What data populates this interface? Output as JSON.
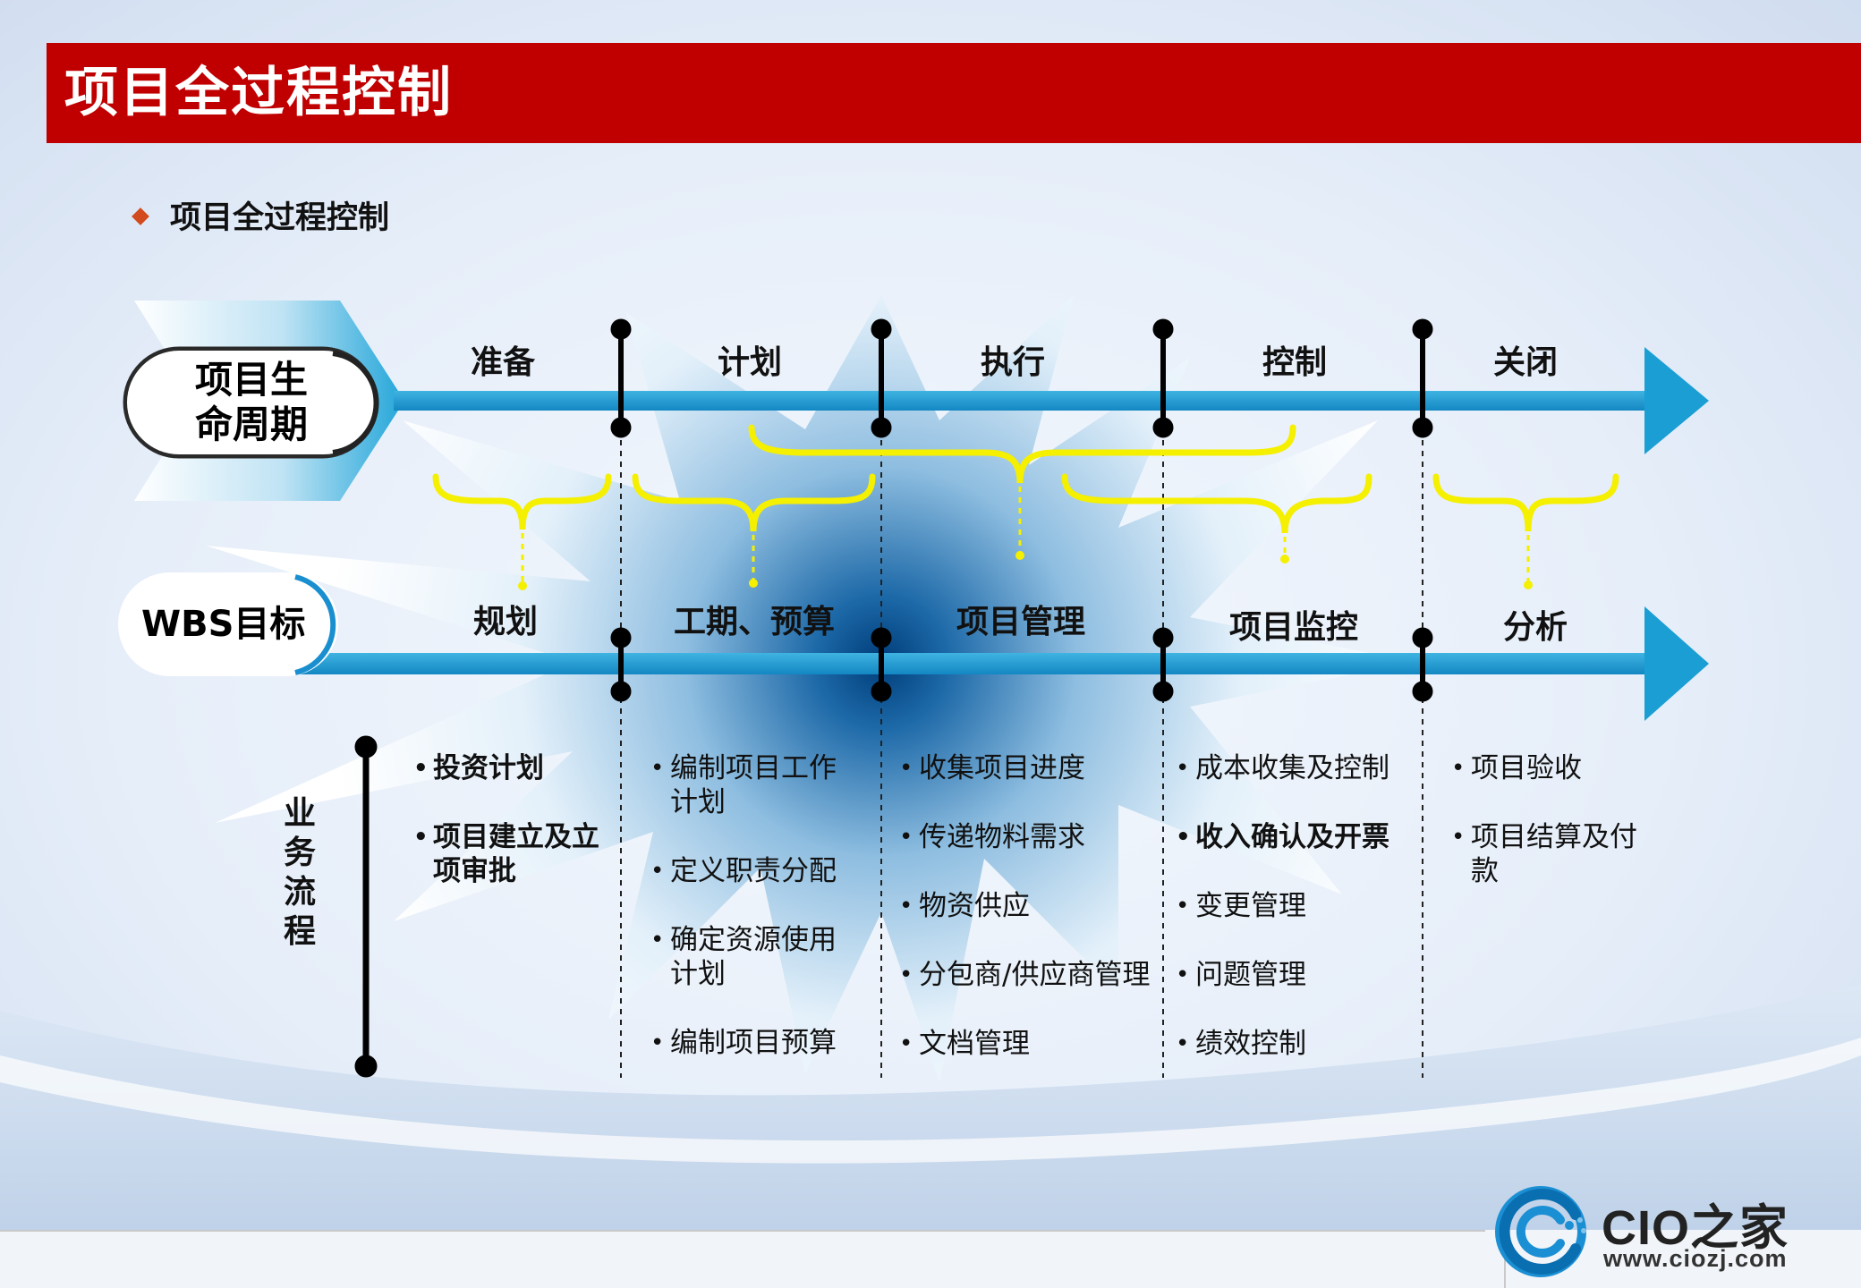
{
  "title": "项目全过程控制",
  "subtitle": "项目全过程控制",
  "lifecycle_label": "项目生命周期",
  "lifecycle_label_lines": [
    "项目生",
    "命周期"
  ],
  "wbs_label": "WBS目标",
  "flow_label": "业务流程",
  "flow_label_chars": [
    "业",
    "务",
    "流",
    "程"
  ],
  "phases": [
    "准备",
    "计划",
    "执行",
    "控制",
    "关闭"
  ],
  "wbs_targets": [
    "规划",
    "工期、预算",
    "项目管理",
    "项目监控",
    "分析"
  ],
  "processes": [
    [
      "投资计划",
      "项目建立及立项审批"
    ],
    [
      "编制项目工作计划",
      "定义职责分配",
      "确定资源使用计划",
      "编制项目预算"
    ],
    [
      "收集项目进度",
      "传递物料需求",
      "物资供应",
      "分包商/供应商管理",
      "文档管理"
    ],
    [
      "成本收集及控制",
      "收入确认及开票",
      "变更管理",
      "问题管理",
      "绩效控制"
    ],
    [
      "项目验收",
      "项目结算及付款"
    ]
  ],
  "logo": {
    "name": "CIO之家",
    "url": "www.ciozj.com"
  },
  "colors": {
    "title_bar": "#c00000",
    "arrow": "#1a9ed4",
    "brace": "#f5ef00",
    "marker": "#000000",
    "diamond": "#d24b1e"
  }
}
